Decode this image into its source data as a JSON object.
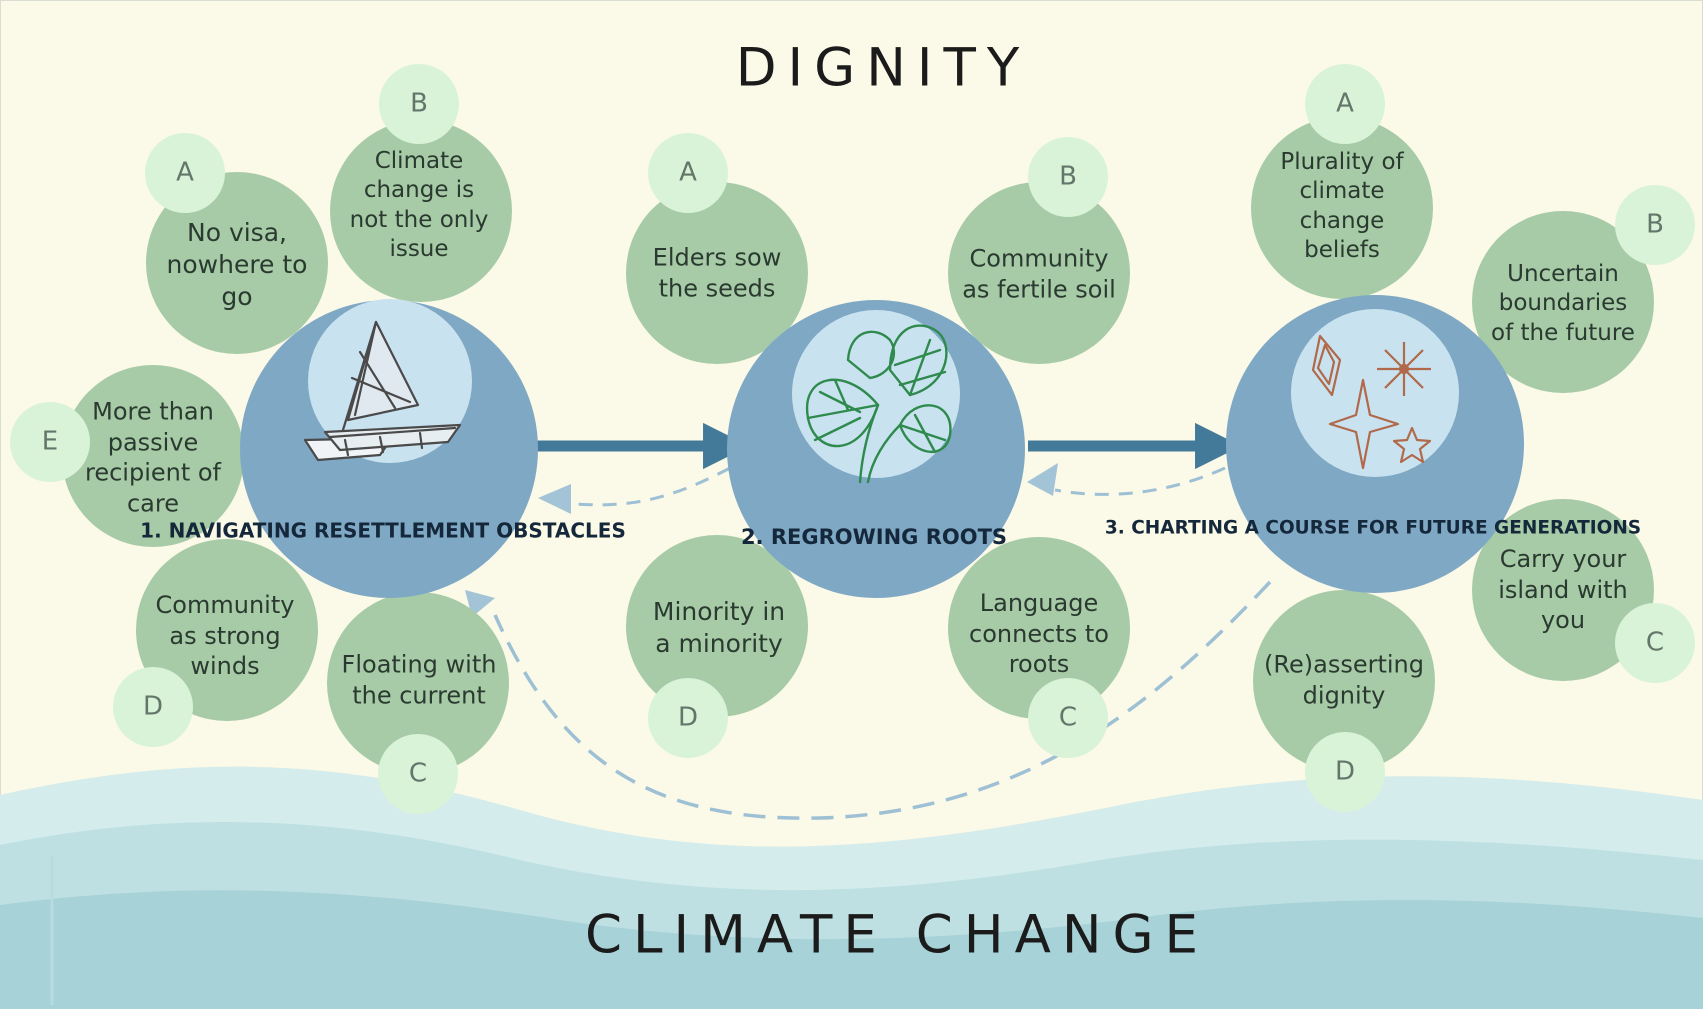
{
  "title_top": "DIGNITY",
  "title_bottom": "CLIMATE CHANGE",
  "colors": {
    "background": "#fbf9e7",
    "sub_circle": "#a6cba6",
    "letter_circle": "#d9f3d9",
    "core_ring": "#7fa8c4",
    "core_inner": "#c9e2ef",
    "arrow": "#437a99",
    "dashed_arrow": "#9ec0d4",
    "wave_light": "#d4ecec",
    "wave_mid": "#bfe0e2",
    "wave_dark": "#a7d2d8"
  },
  "themes": [
    {
      "label": "1. NAVIGATING RESETTLEMENT OBSTACLES",
      "icon": "sailboat-icon",
      "subthemes": [
        {
          "letter": "A",
          "text": "No visa, nowhere to go"
        },
        {
          "letter": "B",
          "text": "Climate change is not the only issue"
        },
        {
          "letter": "C",
          "text": "Floating with the current"
        },
        {
          "letter": "D",
          "text": "Community as strong winds"
        },
        {
          "letter": "E",
          "text": "More than passive recipient of care"
        }
      ]
    },
    {
      "label": "2. REGROWING ROOTS",
      "icon": "taro-leaf-icon",
      "subthemes": [
        {
          "letter": "A",
          "text": "Elders sow the seeds"
        },
        {
          "letter": "B",
          "text": "Community as fertile soil"
        },
        {
          "letter": "C",
          "text": "Language connects to roots"
        },
        {
          "letter": "D",
          "text": "Minority in a minority"
        }
      ]
    },
    {
      "label": "3. CHARTING A COURSE FOR FUTURE GENERATIONS",
      "icon": "stars-icon",
      "subthemes": [
        {
          "letter": "A",
          "text": "Plurality of climate change beliefs"
        },
        {
          "letter": "B",
          "text": "Uncertain boundaries of the future"
        },
        {
          "letter": "C",
          "text": "Carry your island with you"
        },
        {
          "letter": "D",
          "text": "(Re)asserting dignity"
        }
      ]
    }
  ]
}
